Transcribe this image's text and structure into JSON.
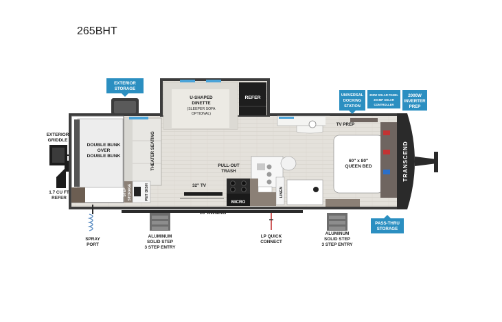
{
  "model_name": "265BHT",
  "colors": {
    "callout_blue": "#2b8fc1",
    "wall_dark": "#3a3a3a",
    "floor": "#e3e0da",
    "sofa": "#ecebe6",
    "cabinet": "#7a7068",
    "dark_fixture": "#262626",
    "accent_red": "#c33333",
    "accent_blue": "#2a6fc9"
  },
  "callouts": {
    "exterior_storage": [
      "EXTERIOR",
      "STORAGE"
    ],
    "universal_docking": [
      "UNIVERSAL",
      "DOCKING",
      "STATION"
    ],
    "solar": [
      "200W SOLAR PANEL",
      "30AMP SOLAR",
      "CONTROLLER"
    ],
    "inverter": [
      "2000W",
      "INVERTER",
      "PREP"
    ],
    "pass_thru": [
      "PASS-THRU",
      "STORAGE"
    ]
  },
  "room_labels": {
    "dinette": [
      "U-SHAPED",
      "DINETTE",
      "(SLEEPER SOFA",
      "OPTIONAL)"
    ],
    "refer": "REFER",
    "bunk": [
      "DOUBLE BUNK",
      "OVER",
      "DOUBLE BUNK"
    ],
    "theater": "THEATER SEATING",
    "pull_out_trash": [
      "PULL-OUT",
      "TRASH"
    ],
    "tv_32": "32\" TV",
    "micro": "MICRO",
    "linen": "LINEN",
    "pet_dish": "PET DISH",
    "step_storage": [
      "STEP",
      "STORAGE"
    ],
    "tv_prep": "TV PREP",
    "queen_bed": [
      "60\" x 80\"",
      "QUEEN BED"
    ],
    "awning": "16' AWNING",
    "brand": "TRANSCEND"
  },
  "side_labels": {
    "exterior_griddle": [
      "EXTERIOR",
      "GRIDDLE"
    ],
    "refer_ext": [
      "1.7 CU FT",
      "REFER"
    ],
    "spray_port": [
      "SPRAY",
      "PORT"
    ],
    "step_entry": [
      "ALUMINUM",
      "SOLID STEP",
      "3 STEP ENTRY"
    ],
    "lp_quick": [
      "LP QUICK",
      "CONNECT"
    ],
    "step_entry_2": [
      "ALUMINUM",
      "SOLID STEP",
      "3 STEP ENTRY"
    ]
  }
}
